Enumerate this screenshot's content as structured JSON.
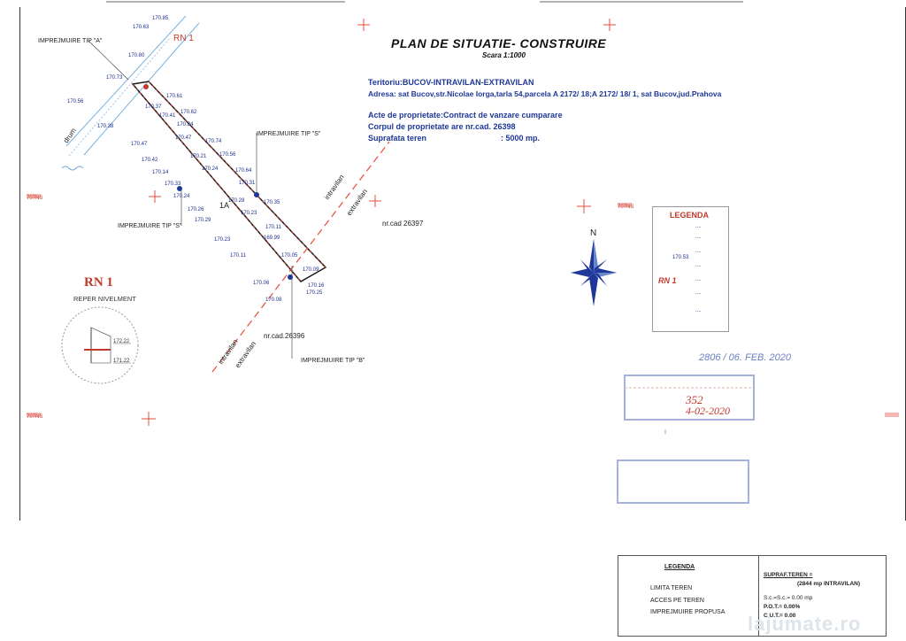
{
  "title": "PLAN  DE  SITUATIE- CONSTRUIRE",
  "scale": "Scara 1:1000",
  "teritoriu": "Teritoriu:BUCOV-INTRAVILAN-EXTRAVILAN",
  "adresa": "Adresa: sat Bucov,str.Nicolae Iorga,tarla 54,parcela A 2172/ 18;A 2172/ 18/ 1, sat Bucov,jud.Prahova",
  "acte": "Acte de proprietate:Contract de vanzare cumparare",
  "corpul": "Corpul de proprietate are nr.cad. 26398",
  "suprafata_label": "Suprafata teren",
  "suprafata_value": ": 5000 mp.",
  "map": {
    "impreju_a": "IMPREJMUIRE TIP \"A\"",
    "impreju_s1": "IMPREJMUIRE TIP \"S\"",
    "impreju_s2": "IMPREJMUIRE TIP \"S\"",
    "impreju_b": "IMPREJMUIRE TIP \"B\"",
    "rn1_small": "RN 1",
    "parcel_1a": "1A",
    "nrcad_26397": "nr.cad 26397",
    "nrcad_26396": "nr.cad.26396",
    "intravilan_1": "intravilan",
    "extravilan_1": "extravilan",
    "intravilan_2": "intravilan",
    "extravilan_2": "extravilan",
    "drum": "drum",
    "north": "N",
    "rn1_big": "RN 1",
    "reper": "REPER  NIVELMENT",
    "reper_val1": "172.22",
    "reper_val2": "171.22",
    "elev": [
      "170.85",
      "170.63",
      "170.80",
      "170.61",
      "170.62",
      "170.74",
      "170.56",
      "170.64",
      "170.24",
      "170.47",
      "170.41",
      "170.21",
      "170.31",
      "170.24",
      "170.35",
      "170.28",
      "170.23",
      "170.26",
      "170.11",
      "169.99",
      "170.05",
      "170.09",
      "170.16",
      "170.25",
      "170.08",
      "170.29",
      "170.23",
      "170.11",
      "170.06",
      "170.24",
      "170.47",
      "170.42",
      "170.14",
      "170.33",
      "170.56",
      "170.38",
      "170.37",
      "170.73"
    ],
    "grid_left1": "707NS",
    "grid_left2": "707NS",
    "grid_right": "707NS"
  },
  "legend": {
    "title": "LEGENDA",
    "items": [
      "....",
      "....",
      "....",
      "170.53",
      "....",
      "....",
      "....",
      "...."
    ],
    "rn1": "RN 1"
  },
  "stamps": {
    "date1": "2806 / 06. FEB. 2020",
    "num": "352",
    "date2": "4-02-2020"
  },
  "bottom_legend": {
    "title": "LEGENDA",
    "row1": "LIMITA TEREN",
    "row2": "ACCES PE TEREN",
    "row3": "IMPREJMUIRE PROPUSA",
    "suprafata_title": "SUPRAF.TEREN =",
    "suprafata_sub": "(2844 mp INTRAVILAN)",
    "sc": "S.c.=S.c.= 0.00 mp",
    "pot": "P.O.T.= 0.00%",
    "cut": "C.U.T.= 0.00"
  },
  "watermark": "lajumate.ro",
  "colors": {
    "blue": "#1e3799",
    "red": "#c0392b",
    "dashed": "#e74c3c"
  }
}
